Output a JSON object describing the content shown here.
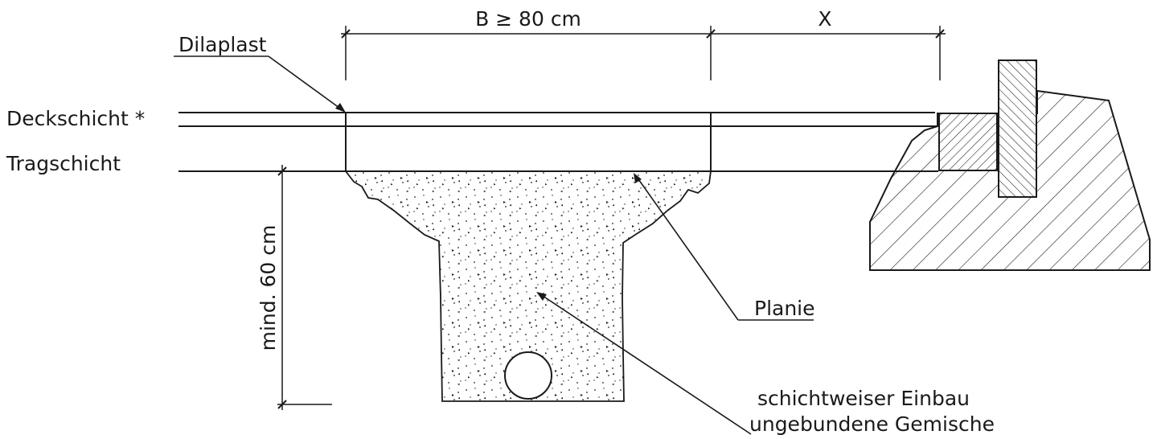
{
  "labels": {
    "dilaplast": "Dilaplast",
    "deckschicht": "Deckschicht *",
    "tragschicht": "Tragschicht",
    "width_dimension": "B ≥ 80 cm",
    "x_dimension": "X",
    "depth_dimension": "mind. 60 cm",
    "planie": "Planie",
    "einbau_line1": "schichtweiser Einbau",
    "einbau_line2": "ungebundene Gemische"
  }
}
